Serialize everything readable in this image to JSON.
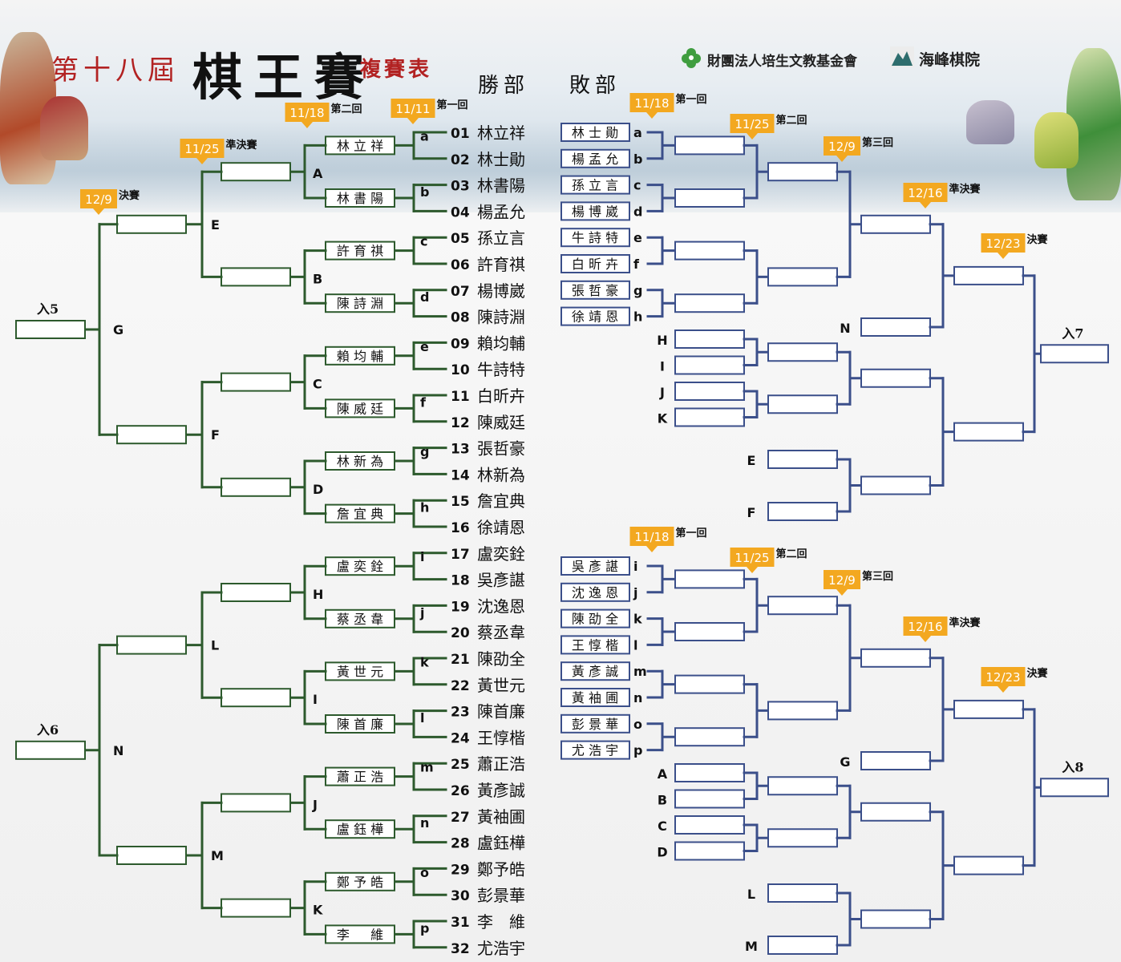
{
  "title": {
    "generation": "第十八屆",
    "main": "棋王賽",
    "sub": "複賽表"
  },
  "headers": {
    "winners": "勝部",
    "losers": "敗部"
  },
  "orgs": {
    "foundation": "財團法人培生文教基金會",
    "academy": "海峰棋院"
  },
  "colors": {
    "win_line": "#2d5a2d",
    "lose_line": "#3b4f8a",
    "tag": "#f3a820"
  },
  "players": [
    "林立祥",
    "林士勛",
    "林書陽",
    "楊孟允",
    "孫立言",
    "許育祺",
    "楊博崴",
    "陳詩淵",
    "賴均輔",
    "牛詩特",
    "白昕卉",
    "陳威廷",
    "張哲豪",
    "林新為",
    "詹宜典",
    "徐靖恩",
    "盧奕銓",
    "吳彥諶",
    "沈逸恩",
    "蔡丞韋",
    "陳劭全",
    "黃世元",
    "陳首廉",
    "王惇楷",
    "蕭正浩",
    "黃彥誠",
    "黃袖圃",
    "盧鈺樺",
    "鄭予皓",
    "彭景華",
    "李　維",
    "尤浩宇"
  ],
  "seed_numbers": [
    "01",
    "02",
    "03",
    "04",
    "05",
    "06",
    "07",
    "08",
    "09",
    "10",
    "11",
    "12",
    "13",
    "14",
    "15",
    "16",
    "17",
    "18",
    "19",
    "20",
    "21",
    "22",
    "23",
    "24",
    "25",
    "26",
    "27",
    "28",
    "29",
    "30",
    "31",
    "32"
  ],
  "round1_labels": [
    "a",
    "b",
    "c",
    "d",
    "e",
    "f",
    "g",
    "h",
    "i",
    "j",
    "k",
    "l",
    "m",
    "n",
    "o",
    "p"
  ],
  "round1_winners": [
    "林立祥",
    "林書陽",
    "許育祺",
    "陳詩淵",
    "賴均輔",
    "陳威廷",
    "林新為",
    "詹宜典",
    "盧奕銓",
    "蔡丞韋",
    "黃世元",
    "陳首廉",
    "蕭正浩",
    "盧鈺樺",
    "鄭予皓",
    "李　維"
  ],
  "round2_labels": [
    "A",
    "B",
    "C",
    "D",
    "H",
    "I",
    "J",
    "K"
  ],
  "qf_labels": [
    "E",
    "F",
    "L",
    "M"
  ],
  "sf_labels": [
    "G",
    "N"
  ],
  "final_labels": [
    "入5",
    "入6"
  ],
  "dates": {
    "w_r1": {
      "date": "11/11",
      "name": "第一回"
    },
    "w_r2": {
      "date": "11/18",
      "name": "第二回"
    },
    "w_qf": {
      "date": "11/25",
      "name": "準決賽"
    },
    "w_f": {
      "date": "12/9",
      "name": "決賽"
    },
    "l_r1": {
      "date": "11/18",
      "name": "第一回"
    },
    "l_r2": {
      "date": "11/25",
      "name": "第二回"
    },
    "l_r3": {
      "date": "12/9",
      "name": "第三回"
    },
    "l_qf": {
      "date": "12/16",
      "name": "準決賽"
    },
    "l_f": {
      "date": "12/23",
      "name": "決賽"
    }
  },
  "losers_top": {
    "r1_names": [
      "林士勛",
      "楊孟允",
      "孫立言",
      "楊博崴",
      "牛詩特",
      "白昕卉",
      "張哲豪",
      "徐靖恩"
    ],
    "r1_labels": [
      "a",
      "b",
      "c",
      "d",
      "e",
      "f",
      "g",
      "h"
    ],
    "drop_labels": [
      "H",
      "I",
      "J",
      "K"
    ],
    "drop2_labels": [
      "E",
      "F"
    ],
    "drop3_label": "N",
    "final_label": "入7"
  },
  "losers_bottom": {
    "r1_names": [
      "吳彥諶",
      "沈逸恩",
      "陳劭全",
      "王惇楷",
      "黃彥誠",
      "黃袖圃",
      "彭景華",
      "尤浩宇"
    ],
    "r1_labels": [
      "i",
      "j",
      "k",
      "l",
      "m",
      "n",
      "o",
      "p"
    ],
    "drop_labels": [
      "A",
      "B",
      "C",
      "D"
    ],
    "drop2_labels": [
      "L",
      "M"
    ],
    "drop3_label": "G",
    "final_label": "入8"
  }
}
